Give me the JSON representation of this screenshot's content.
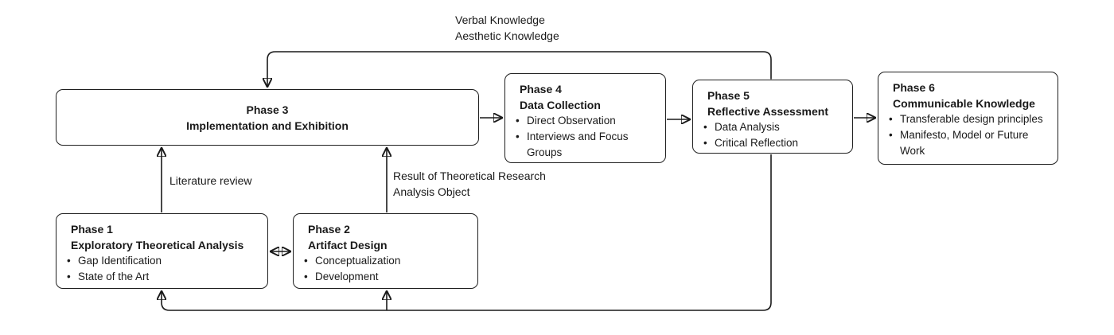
{
  "diagram": {
    "top_label": {
      "line1": "Verbal Knowledge",
      "line2": "Aesthetic Knowledge"
    },
    "edge_labels": {
      "literature_review": "Literature review",
      "result_line1": "Result of Theoretical Research",
      "result_line2": "Analysis Object"
    },
    "phases": [
      {
        "id": "phase3",
        "title": "Phase 3",
        "subtitle": "Implementation and Exhibition",
        "bullets": []
      },
      {
        "id": "phase4",
        "title": "Phase 4",
        "subtitle": "Data Collection",
        "bullets": [
          "Direct Observation",
          "Interviews and Focus Groups"
        ]
      },
      {
        "id": "phase5",
        "title": "Phase 5",
        "subtitle": "Reflective Assessment",
        "bullets": [
          "Data Analysis",
          "Critical Reflection"
        ]
      },
      {
        "id": "phase6",
        "title": "Phase 6",
        "subtitle": "Communicable Knowledge",
        "bullets": [
          "Transferable design principles",
          "Manifesto, Model or Future Work"
        ]
      },
      {
        "id": "phase1",
        "title": "Phase 1",
        "subtitle": "Exploratory Theoretical Analysis",
        "bullets": [
          "Gap Identification",
          "State of the Art"
        ]
      },
      {
        "id": "phase2",
        "title": "Phase 2",
        "subtitle": "Artifact Design",
        "bullets": [
          "Conceptualization",
          "Development"
        ]
      }
    ],
    "bullet_glyph": "•",
    "colors": {
      "line": "#1a1a1a",
      "text": "#1a1a1a",
      "box_border": "#1f1f1f",
      "box_fill": "#ffffff",
      "background": "#ffffff"
    }
  }
}
